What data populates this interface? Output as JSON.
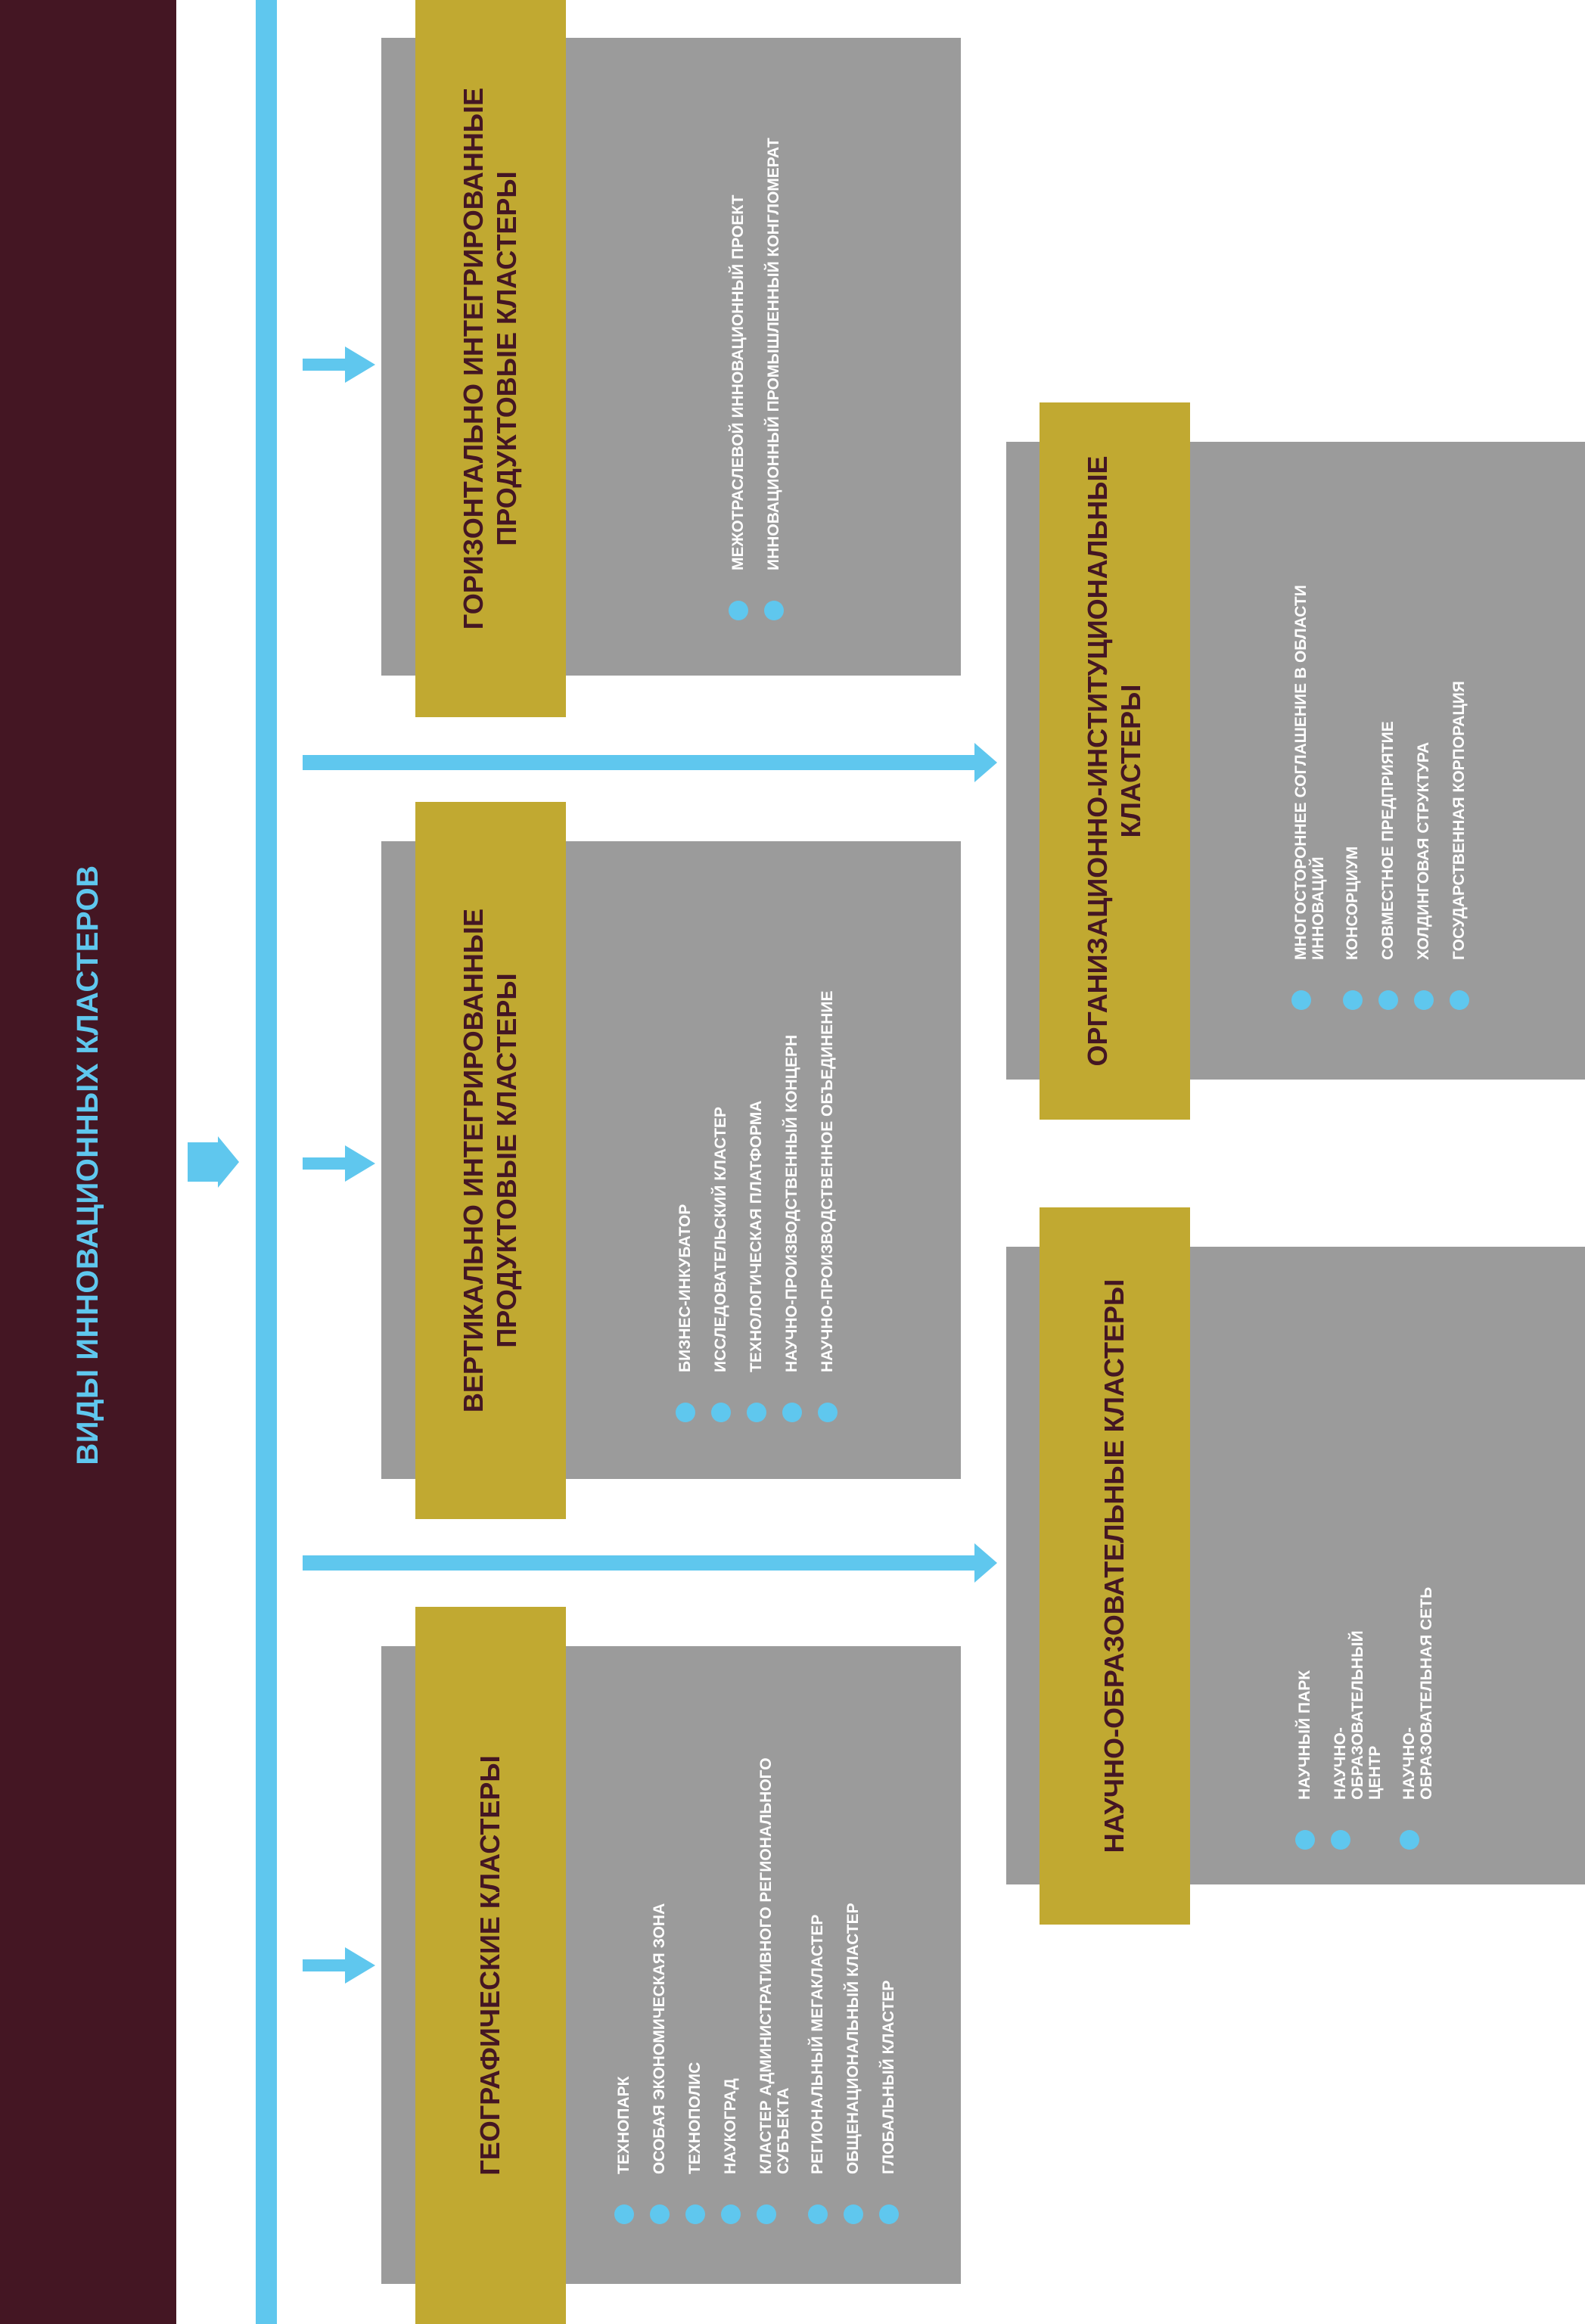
{
  "main_title": "ВИДЫ ИННОВАЦИОННЫХ КЛАСТЕРОВ",
  "colors": {
    "sidebar": "#441623",
    "accent": "#5fc7ee",
    "header": "#c1a931",
    "card": "#9b9b9b",
    "item_text": "#ffffff"
  },
  "clusters": [
    {
      "title": "ГОРИЗОНТАЛЬНО ИНТЕГРИРОВАННЫЕ ПРОДУКТОВЫЕ КЛАСТЕРЫ",
      "items": [
        "МЕЖОТРАСЛЕВОЙ ИННОВАЦИОННЫЙ ПРОЕКТ",
        "ИННОВАЦИОННЫЙ ПРОМЫШЛЕННЫЙ КОНГЛОМЕРАТ"
      ]
    },
    {
      "title": "ВЕРТИКАЛЬНО ИНТЕГРИРОВАННЫЕ ПРОДУКТОВЫЕ КЛАСТЕРЫ",
      "items": [
        "БИЗНЕС-ИНКУБАТОР",
        "ИССЛЕДОВАТЕЛЬСКИЙ КЛАСТЕР",
        "ТЕХНОЛОГИЧЕСКАЯ ПЛАТФОРМА",
        "НАУЧНО-ПРОИЗВОДСТВЕННЫЙ КОНЦЕРН",
        "НАУЧНО-ПРОИЗВОДСТВЕННОЕ ОБЪЕДИНЕНИЕ"
      ]
    },
    {
      "title": "ГЕОГРАФИЧЕСКИЕ КЛАСТЕРЫ",
      "items": [
        "ТЕХНОПАРК",
        "ОСОБАЯ ЭКОНОМИЧЕСКАЯ ЗОНА",
        "ТЕХНОПОЛИС",
        "НАУКОГРАД",
        "КЛАСТЕР АДМИНИСТРАТИВНОГО РЕГИОНАЛЬНОГО СУБЪЕКТА",
        "РЕГИОНАЛЬНЫЙ МЕГАКЛАСТЕР",
        "ОБЩЕНАЦИОНАЛЬНЫЙ КЛАСТЕР",
        "ГЛОБАЛЬНЫЙ КЛАСТЕР"
      ]
    },
    {
      "title": "ОРГАНИЗАЦИОННО-ИНСТИТУЦИОНАЛЬНЫЕ КЛАСТЕРЫ",
      "items": [
        "МНОГОСТОРОННЕЕ СОГЛАШЕНИЕ В ОБЛАСТИ ИННОВАЦИЙ",
        "КОНСОРЦИУМ",
        "СОВМЕСТНОЕ ПРЕДПРИЯТИЕ",
        "ХОЛДИНГОВАЯ СТРУКТУРА",
        "ГОСУДАРСТВЕННАЯ КОРПОРАЦИЯ"
      ]
    },
    {
      "title": "НАУЧНО-ОБРАЗОВАТЕЛЬНЫЕ КЛАСТЕРЫ",
      "items": [
        "НАУЧНЫЙ ПАРК",
        "НАУЧНО-ОБРАЗОВАТЕЛЬНЫЙ ЦЕНТР",
        "НАУЧНО-ОБРАЗОВАТЕЛЬНАЯ СЕТЬ"
      ]
    }
  ]
}
